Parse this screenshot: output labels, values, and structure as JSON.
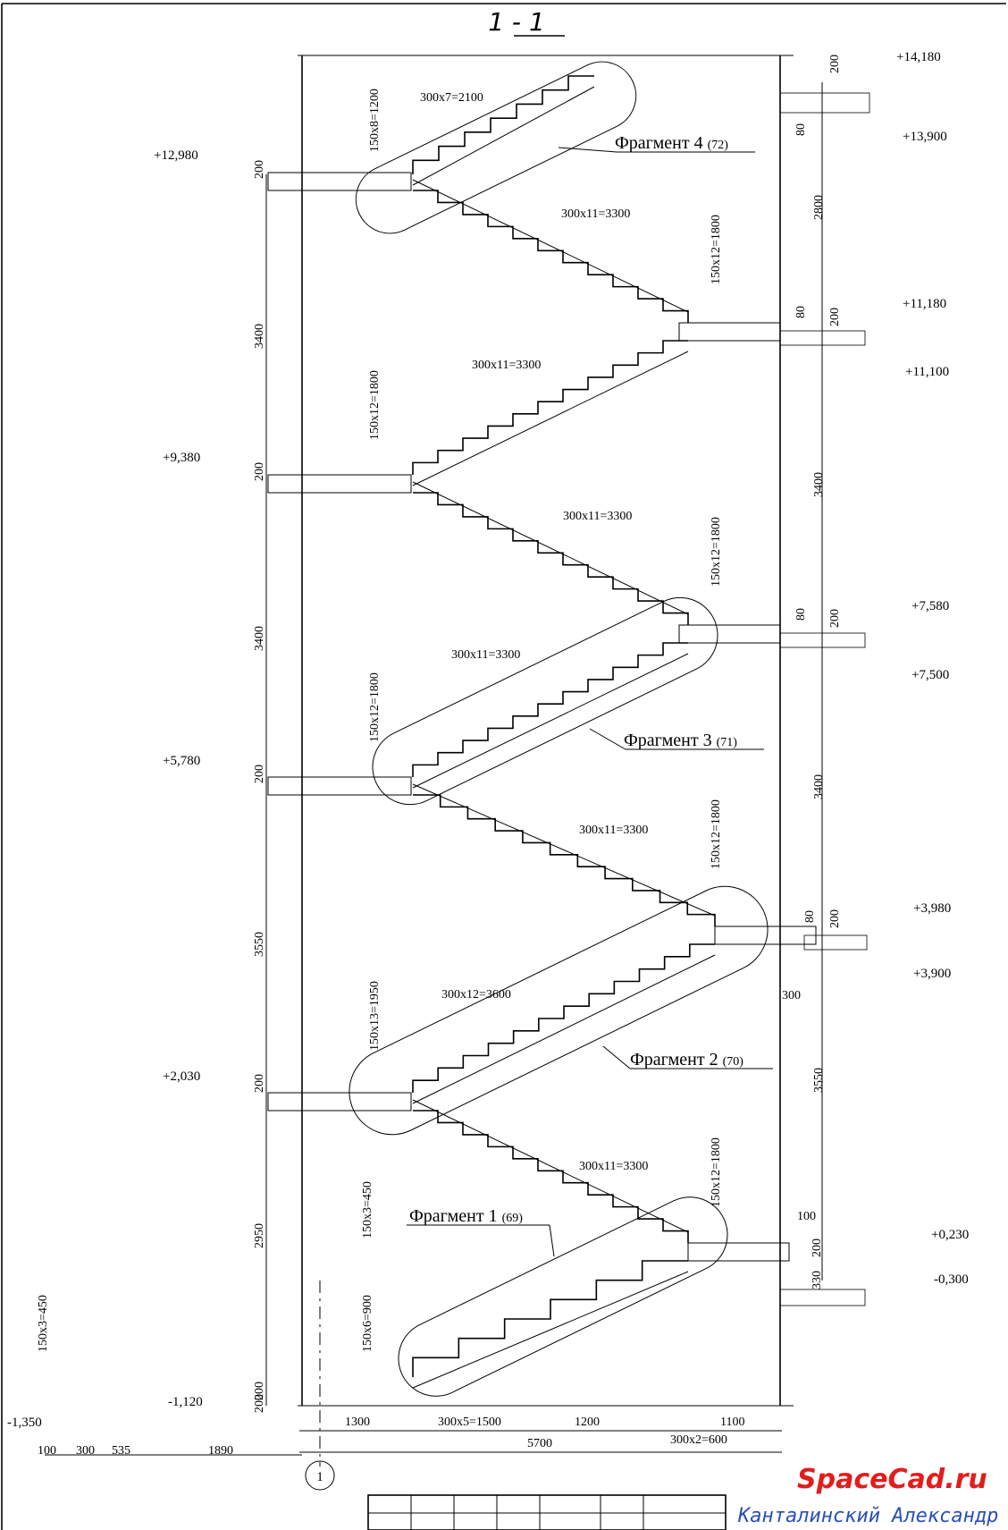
{
  "title": "1 - 1",
  "axis_label": "1",
  "brand": "SpaceCad.ru",
  "author": "Канталинский Александр",
  "fragments": [
    {
      "label": "Фрагмент 4",
      "ref": "(72)"
    },
    {
      "label": "Фрагмент 3",
      "ref": "(71)"
    },
    {
      "label": "Фрагмент 2",
      "ref": "(70)"
    },
    {
      "label": "Фрагмент 1",
      "ref": "(69)"
    }
  ],
  "levels_left": [
    "+12,980",
    "+9,380",
    "+5,780",
    "+2,030",
    "-1,120",
    "-1,350"
  ],
  "levels_right": [
    "+14,180",
    "+13,900",
    "+11,180",
    "+11,100",
    "+7,580",
    "+7,500",
    "+3,980",
    "+3,900",
    "+0,230",
    "-0,300"
  ],
  "flight_dims": [
    "300x7=2100",
    "150x8=1200",
    "300x11=3300",
    "150x12=1800",
    "300x11=3300",
    "150x12=1800",
    "300x11=3300",
    "150x12=1800",
    "300x11=3300",
    "150x12=1800",
    "300x11=3300",
    "150x12=1800",
    "300x12=3600",
    "150x13=1950",
    "300x11=3300",
    "150x12=1800",
    "150x3=450",
    "150x6=900",
    "150x3=450"
  ],
  "left_dims": [
    "200",
    "3400",
    "200",
    "3400",
    "200",
    "3550",
    "200",
    "2950",
    "200",
    "200"
  ],
  "right_dims": [
    "200",
    "80",
    "2800",
    "80",
    "200",
    "3400",
    "80",
    "200",
    "3400",
    "80",
    "200",
    "300",
    "3550",
    "100",
    "200",
    "330"
  ],
  "bottom_dims": [
    "1300",
    "300x5=1500",
    "1200",
    "1100",
    "300x2=600",
    "5700",
    "100",
    "300",
    "535",
    "1890"
  ]
}
